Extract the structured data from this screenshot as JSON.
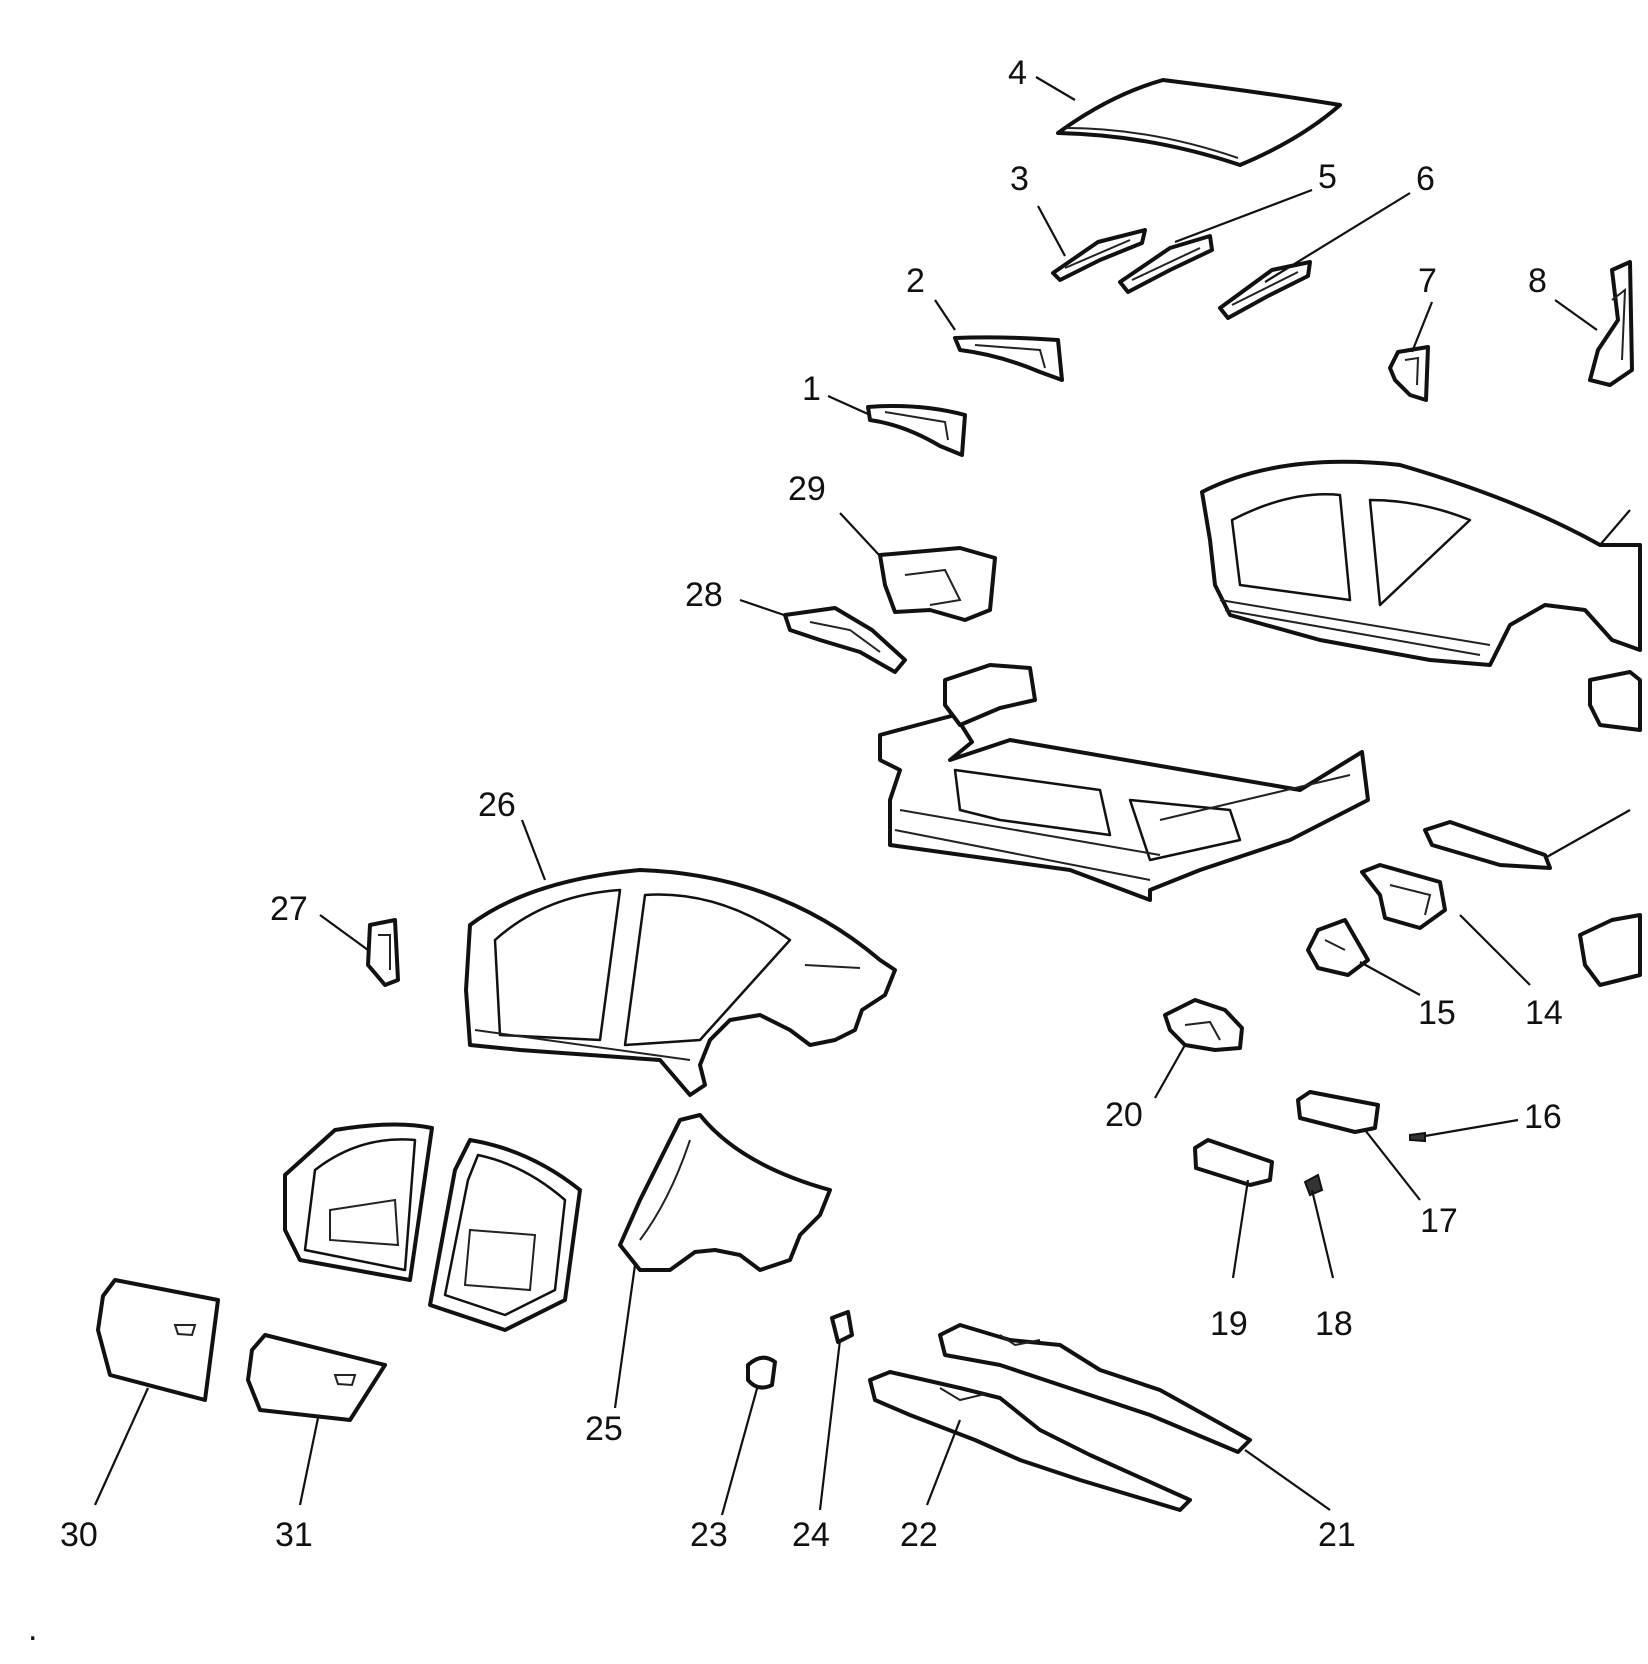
{
  "diagram": {
    "callouts": [
      "1",
      "2",
      "3",
      "4",
      "5",
      "6",
      "7",
      "8",
      "14",
      "15",
      "16",
      "17",
      "18",
      "19",
      "20",
      "21",
      "22",
      "23",
      "24",
      "25",
      "26",
      "27",
      "28",
      "29",
      "30",
      "31"
    ],
    "footnote": "."
  }
}
